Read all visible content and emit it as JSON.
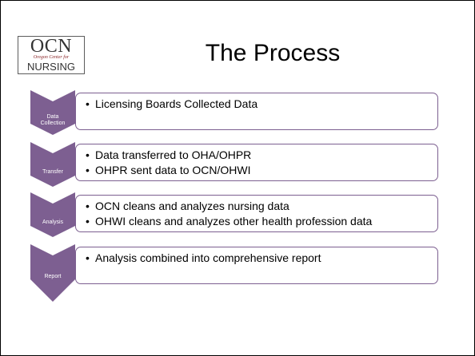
{
  "logo": {
    "line1": "OCN",
    "line2": "Oregon Center for",
    "line3": "NURSING"
  },
  "title": "The Process",
  "colors": {
    "chevron_fill": "#7d5f91",
    "box_border": "#7c5f90"
  },
  "steps": [
    {
      "label_lines": [
        "Data",
        "Collection"
      ],
      "bullets": [
        "Licensing Boards Collected Data"
      ]
    },
    {
      "label_lines": [
        "Transfer"
      ],
      "bullets": [
        "Data transferred to OHA/OHPR",
        "OHPR sent data to OCN/OHWI"
      ]
    },
    {
      "label_lines": [
        "Analysis"
      ],
      "bullets": [
        "OCN cleans and analyzes nursing data",
        "OHWI cleans and analyzes other health profession data"
      ]
    },
    {
      "label_lines": [
        "Report"
      ],
      "bullets": [
        "Analysis combined into comprehensive report"
      ]
    }
  ]
}
